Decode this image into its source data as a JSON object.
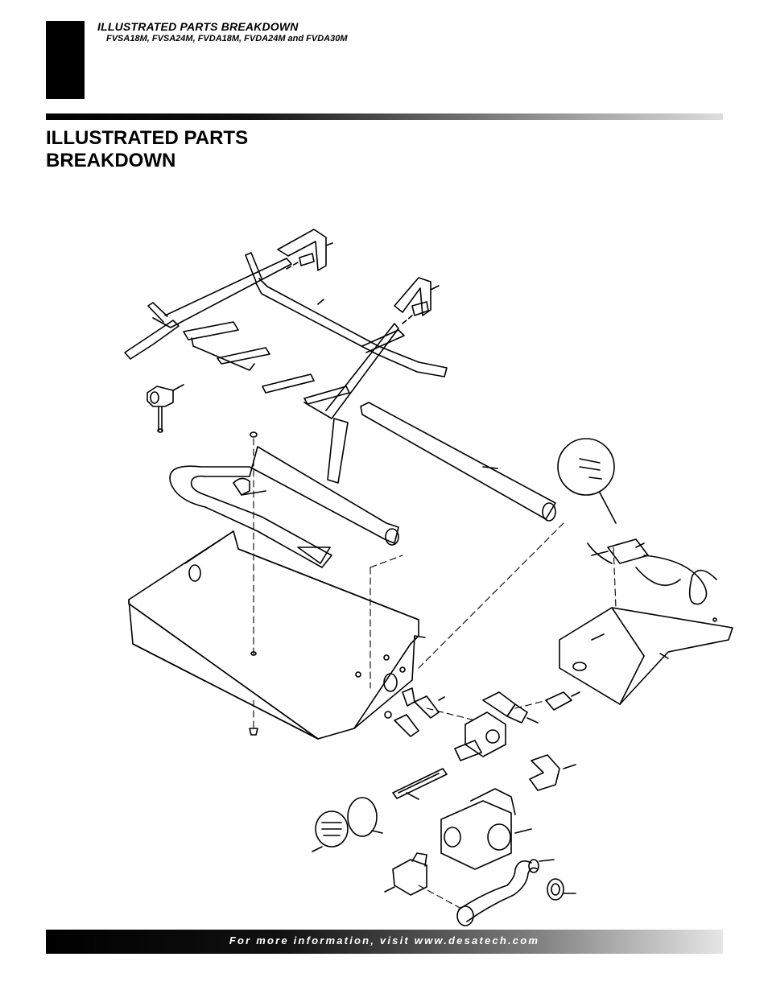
{
  "header": {
    "title": "ILLUSTRATED PARTS BREAKDOWN",
    "models": "FVSA18M, FVSA24M, FVDA18M, FVDA24M and FVDA30M"
  },
  "page": {
    "title_line1": "ILLUSTRATED PARTS",
    "title_line2": "BREAKDOWN"
  },
  "footer": {
    "text": "For more information, visit www.desatech.com"
  },
  "colors": {
    "ink": "#000000",
    "paper": "#ffffff"
  }
}
